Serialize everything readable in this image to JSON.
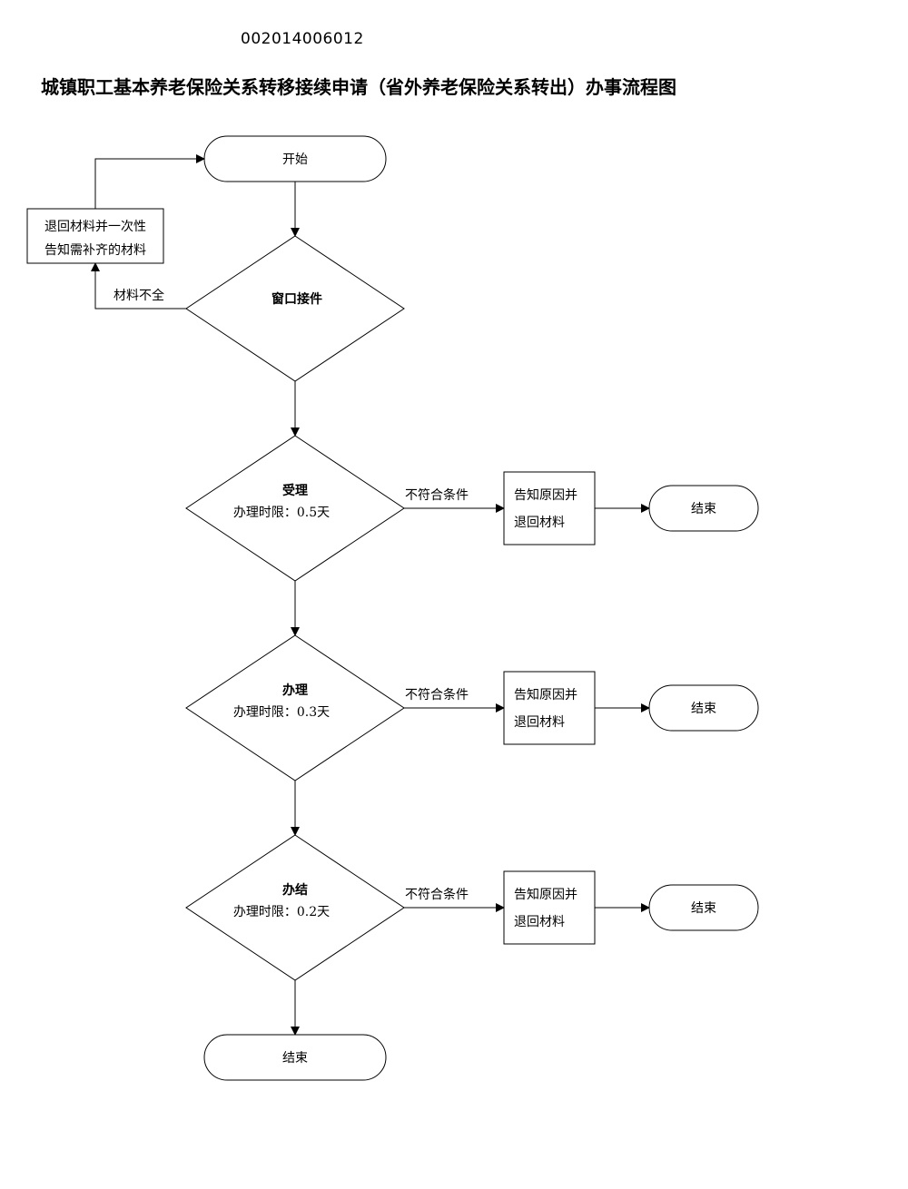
{
  "header": {
    "code": "002014006012",
    "title": "城镇职工基本养老保险关系转移接续申请（省外养老保险关系转出）办事流程图"
  },
  "flow": {
    "start": "开始",
    "reject_box": [
      "退回材料并一次性",
      "告知需补齐的材料"
    ],
    "incomplete_label": "材料不全",
    "window": "窗口接件",
    "steps": [
      {
        "name": "受理",
        "time": "办理时限：0.5天"
      },
      {
        "name": "办理",
        "time": "办理时限：0.3天"
      },
      {
        "name": "办结",
        "time": "办理时限：0.2天"
      }
    ],
    "fail_label": "不符合条件",
    "notify_box": [
      "告知原因并",
      "退回材料"
    ],
    "end": "结束"
  }
}
